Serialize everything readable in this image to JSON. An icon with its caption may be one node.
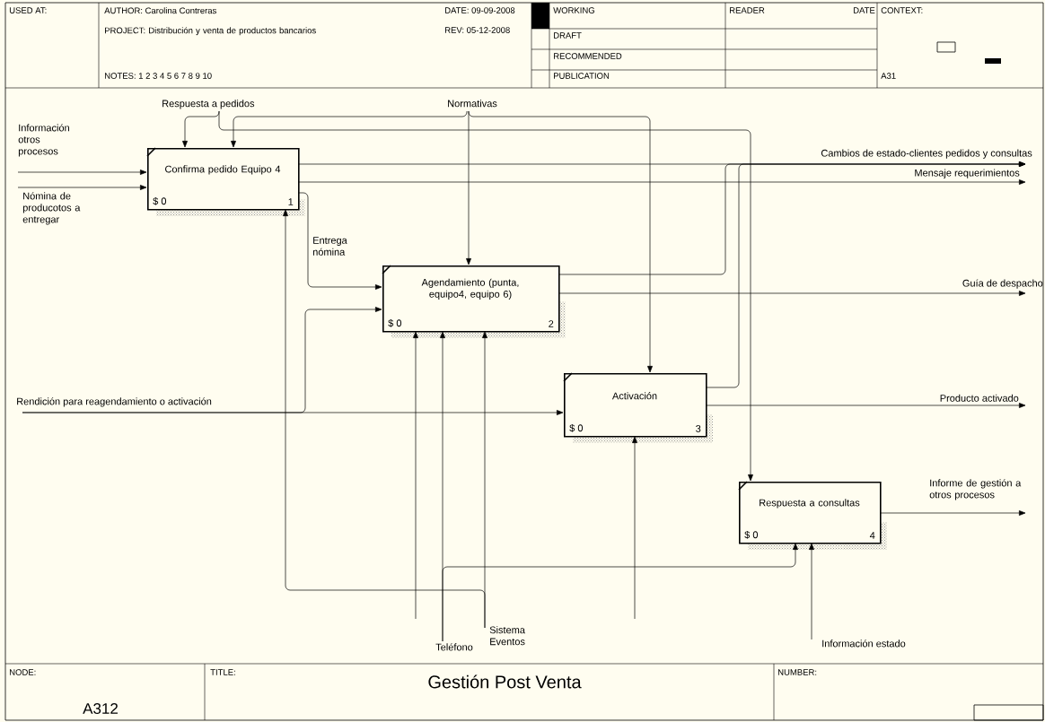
{
  "diagram": {
    "title": "Gestión Post Venta",
    "nodes": [
      {
        "text": [
          "Confirma pedido Equipo 4",
          "$ 0",
          "1"
        ]
      },
      {
        "text": [
          "Agendamiento (punta, equipo4, equipo 6)",
          "$ 0",
          "2"
        ]
      },
      {
        "text": [
          "Activación",
          "$ 0",
          "3"
        ]
      },
      {
        "text": [
          "Respuesta a consultas",
          "$ 0",
          "4"
        ]
      },
      {
        "text": [
          "Información otros procesos"
        ]
      },
      {
        "text": [
          "Nómina de producotos a entregar"
        ]
      },
      {
        "text": [
          "Respuesta a pedidos"
        ]
      },
      {
        "text": [
          "Normativas"
        ]
      },
      {
        "text": [
          "Rendición para reagendamiento o activación"
        ]
      },
      {
        "text": [
          "Teléfono"
        ]
      },
      {
        "text": [
          "Sistema Eventos"
        ]
      },
      {
        "text": [
          "Información estado"
        ]
      },
      {
        "text": [
          "Cambios de estado-clientes pedidos y consultas"
        ]
      },
      {
        "text": [
          "Mensaje requerimientos"
        ]
      },
      {
        "text": [
          "Guía de despacho"
        ]
      },
      {
        "text": [
          "Producto activado"
        ]
      },
      {
        "text": [
          "Informe de gestión a otros procesos"
        ]
      }
    ],
    "edges": [
      {
        "from": 4,
        "to": 0,
        "arrow": "to"
      },
      {
        "from": 5,
        "to": 0,
        "arrow": "to"
      },
      {
        "from": 6,
        "to": 0,
        "arrow": "to"
      },
      {
        "from": 6,
        "to": 3,
        "arrow": "to"
      },
      {
        "from": 7,
        "to": 0,
        "arrow": "to"
      },
      {
        "from": 7,
        "to": 1,
        "arrow": "to"
      },
      {
        "from": 7,
        "to": 2,
        "arrow": "to"
      },
      {
        "from": 0,
        "to": 12,
        "arrow": "to"
      },
      {
        "from": 0,
        "to": 13,
        "arrow": "to"
      },
      {
        "from": 0,
        "to": 1,
        "arrow": "to",
        "label": "Entrega nómina"
      },
      {
        "from": 1,
        "to": 12,
        "arrow": "to"
      },
      {
        "from": 1,
        "to": 14,
        "arrow": "to"
      },
      {
        "from": 2,
        "to": 12,
        "arrow": "to"
      },
      {
        "from": 2,
        "to": 15,
        "arrow": "to"
      },
      {
        "from": 3,
        "to": 16,
        "arrow": "to"
      },
      {
        "from": 8,
        "to": 2,
        "arrow": "to"
      },
      {
        "from": 8,
        "to": 1,
        "arrow": "to"
      },
      {
        "from": null,
        "to": 1,
        "arrow": "to"
      },
      {
        "from": 9,
        "to": 1,
        "arrow": "to"
      },
      {
        "from": 9,
        "to": 3,
        "arrow": "to"
      },
      {
        "from": 10,
        "to": 1,
        "arrow": "to"
      },
      {
        "from": 10,
        "to": 0,
        "arrow": "to"
      },
      {
        "from": null,
        "to": 2,
        "arrow": "to"
      },
      {
        "from": 11,
        "to": 3,
        "arrow": "to"
      }
    ],
    "labels": [
      "USED AT:",
      "AUTHOR: Carolina Contreras",
      "DATE: 09-09-2008",
      "WORKING",
      "READER",
      "DATE",
      "CONTEXT:",
      "PROJECT: Distribución y venta de productos bancarios",
      "REV: 05-12-2008",
      "DRAFT",
      "RECOMMENDED",
      "NOTES: 1 2 3 4 5 6 7 8 9 10",
      "PUBLICATION",
      "A31",
      "NODE:",
      "TITLE:",
      "NUMBER:",
      "A312"
    ]
  }
}
